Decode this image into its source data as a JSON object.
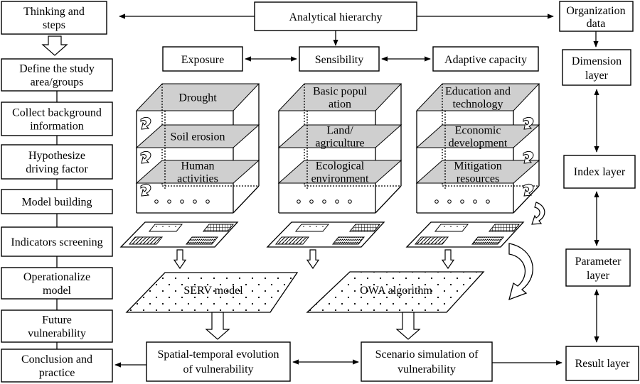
{
  "steps": {
    "header": [
      "Thinking and",
      "steps"
    ],
    "items": [
      [
        "Define the study",
        "area/groups"
      ],
      [
        "Collect background",
        "information"
      ],
      [
        "Hypothesize",
        "driving factor"
      ],
      [
        "Model building"
      ],
      [
        "Indicators screening"
      ],
      [
        "Operationalize",
        "model"
      ],
      [
        "Future",
        "vulnerability"
      ],
      [
        "Conclusion and",
        "practice"
      ]
    ]
  },
  "hierarchy": {
    "title": "Analytical hierarchy",
    "dimensions": [
      "Exposure",
      "Sensibility",
      "Adaptive capacity"
    ],
    "exposure_layers": [
      "Drought",
      "Soil erosion",
      [
        "Human",
        "activities"
      ]
    ],
    "sensibility_layers": [
      [
        "Basic popul",
        "ation"
      ],
      [
        "Land/",
        "agriculture"
      ],
      [
        "Ecological",
        "environment"
      ]
    ],
    "adaptive_layers": [
      [
        "Education and",
        "technology"
      ],
      [
        "Economic",
        "development"
      ],
      [
        "Mitigation",
        "resources"
      ]
    ]
  },
  "models": {
    "serv": "SERV model",
    "owa": "OWA algorithm"
  },
  "outputs": {
    "spatial": [
      "Spatial-temporal evolution",
      "of vulnerability"
    ],
    "scenario": [
      "Scenario simulation of",
      "vulnerability"
    ]
  },
  "organization": {
    "header": [
      "Organization",
      "data"
    ],
    "layers": [
      [
        "Dimension",
        "layer"
      ],
      [
        "Index layer"
      ],
      [
        "Parameter",
        "layer"
      ],
      [
        "Result layer"
      ]
    ]
  }
}
